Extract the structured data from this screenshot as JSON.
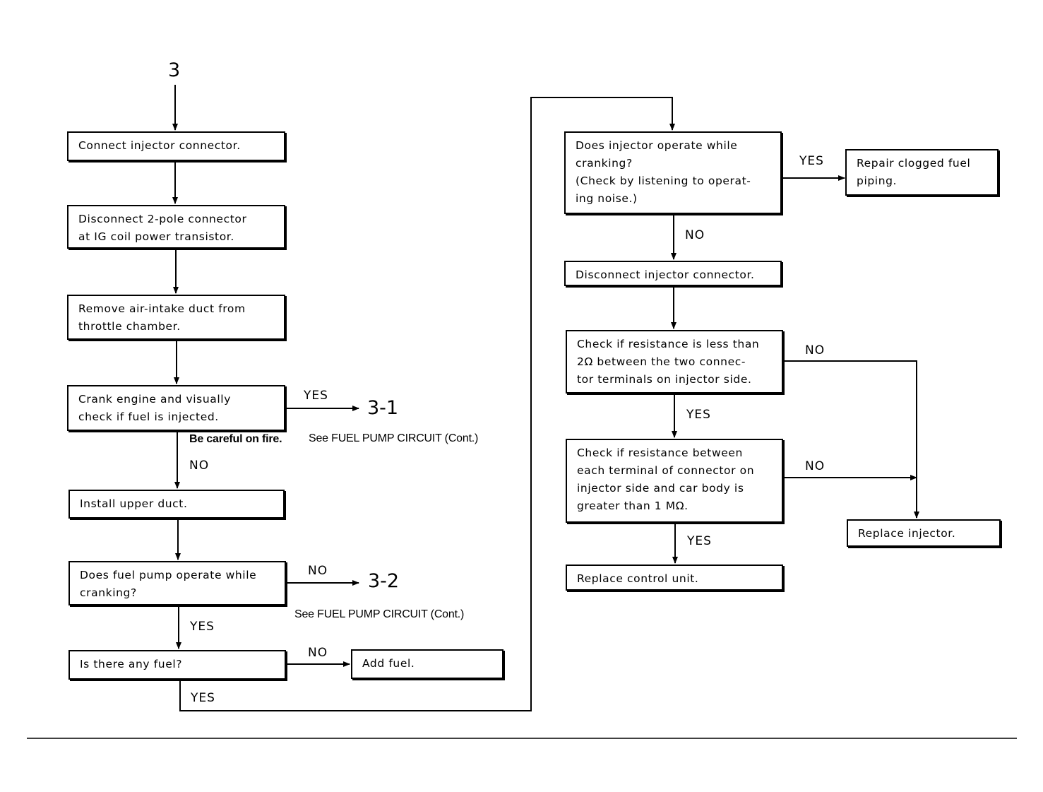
{
  "start_label": "3",
  "left_column": {
    "connect_injector": "Connect injector connector.",
    "disconnect_2pole": "Disconnect 2-pole connector\nat IG coil power transistor.",
    "remove_duct": "Remove air-intake duct from\nthrottle chamber.",
    "crank_check": "Crank engine and visually\ncheck if fuel is injected.",
    "install_duct": "Install upper duct.",
    "fuel_pump_q": "Does fuel pump operate while\ncranking?",
    "any_fuel_q": "Is there any fuel?",
    "add_fuel": "Add fuel."
  },
  "right_column": {
    "injector_operate_q": "Does injector operate while\ncranking?\n(Check by listening to operat-\ning noise.)",
    "repair_piping": "Repair clogged fuel\npiping.",
    "disconnect_injector": "Disconnect injector connector.",
    "check_resistance_less": "Check if resistance is less than\n2Ω between the two connec-\ntor terminals on injector side.",
    "check_resistance_body": "Check if resistance between\neach terminal of connector on\ninjector side and car body is\ngreater than 1 MΩ.",
    "replace_control": "Replace control unit.",
    "replace_injector": "Replace injector."
  },
  "branch_labels": {
    "yes": "YES",
    "no": "NO"
  },
  "refs": {
    "ref_3_1": "3-1",
    "ref_3_2": "3-2"
  },
  "notes": {
    "careful_bold": "Be careful on fire.",
    "see_fuel_pump_1": "See FUEL PUMP CIRCUIT (Cont.)",
    "see_fuel_pump_2": "See FUEL PUMP CIRCUIT (Cont.)"
  }
}
